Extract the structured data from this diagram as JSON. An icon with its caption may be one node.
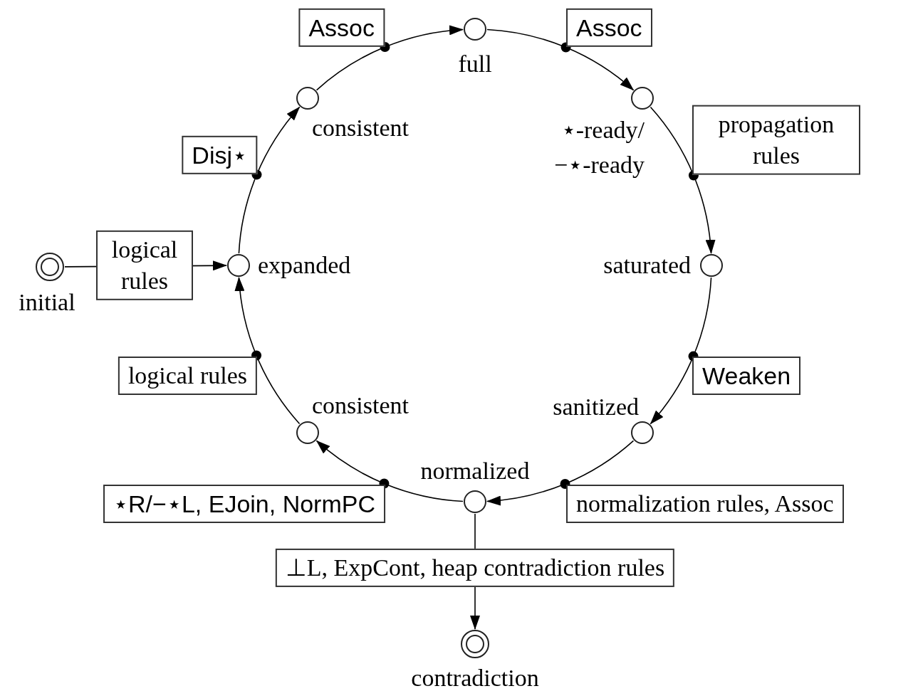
{
  "diagram": {
    "nodes": [
      {
        "text": [],
        "shape": "circle",
        "beside": [
          "full"
        ]
      },
      {
        "text": [],
        "shape": "circle",
        "beside": [
          "consistent"
        ]
      },
      {
        "text": [],
        "shape": "circle",
        "beside": [
          "⋆-ready/ −⋆-ready"
        ]
      },
      {
        "text": [],
        "shape": "circle",
        "beside": [
          "initial"
        ]
      },
      {
        "text": [],
        "shape": "circle",
        "beside": [
          "expanded"
        ]
      },
      {
        "text": [],
        "shape": "circle",
        "beside": [
          "saturated"
        ]
      },
      {
        "text": [],
        "shape": "circle",
        "beside": [
          "consistent"
        ]
      },
      {
        "text": [],
        "shape": "circle",
        "beside": [
          "sanitized"
        ]
      },
      {
        "text": [],
        "shape": "circle",
        "beside": [
          "normalized"
        ]
      },
      {
        "text": [],
        "shape": "circle",
        "beside": [
          "contradiction"
        ]
      }
    ],
    "edges": [
      {
        "from": 3,
        "to": 4,
        "arrow": "to",
        "label": "logical rules"
      },
      {
        "from": 4,
        "to": 1,
        "arrow": "to",
        "label": "Disj⋆"
      },
      {
        "from": 1,
        "to": 0,
        "arrow": "to",
        "label": "Assoc"
      },
      {
        "from": 0,
        "to": 2,
        "arrow": "to",
        "label": "Assoc"
      },
      {
        "from": 2,
        "to": 5,
        "arrow": "to",
        "label": "propagation rules"
      },
      {
        "from": 5,
        "to": 7,
        "arrow": "to",
        "label": "Weaken"
      },
      {
        "from": 7,
        "to": 8,
        "arrow": "to",
        "label": "normalization rules, Assoc"
      },
      {
        "from": 8,
        "to": 6,
        "arrow": "to",
        "label": "⋆R/−⋆L, EJoin, NormPC"
      },
      {
        "from": 6,
        "to": 4,
        "arrow": "to",
        "label": "logical rules"
      },
      {
        "from": 8,
        "to": 9,
        "arrow": "to",
        "label": "⊥L, ExpCont, heap contradiction rules"
      }
    ]
  }
}
